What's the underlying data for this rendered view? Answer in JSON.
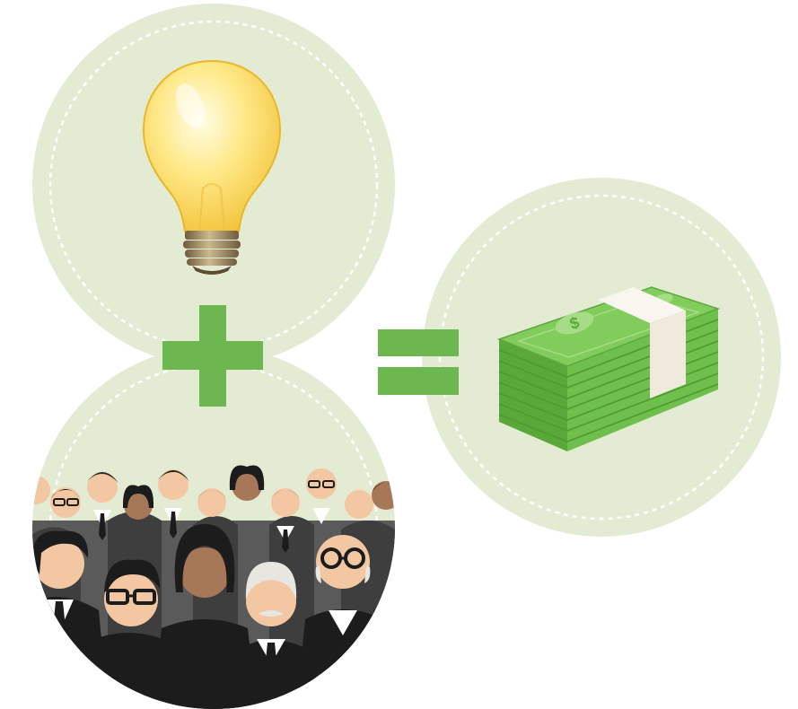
{
  "illustration": {
    "concept": [
      "idea",
      "crowd",
      "money"
    ],
    "operators": [
      "plus",
      "equals"
    ],
    "icons": [
      "lightbulb-icon",
      "crowd-of-people-icon",
      "money-stack-icon",
      "plus-sign-icon",
      "equals-sign-icon"
    ],
    "colors": {
      "circle_fill": "#e3ecd3",
      "dashed_ring": "#ffffff",
      "operator_green": "#6cb750",
      "bulb_glass": "#f9d94f",
      "bulb_base": "#a08a68",
      "money_green": "#6fbf4c",
      "money_band": "#f3f0e6",
      "suit_dark": "#1c1c1c",
      "suit_gray": "#5a5a5a",
      "skin_light": "#f2c7a2",
      "skin_dark": "#a77857"
    },
    "currency_symbol": "$"
  }
}
